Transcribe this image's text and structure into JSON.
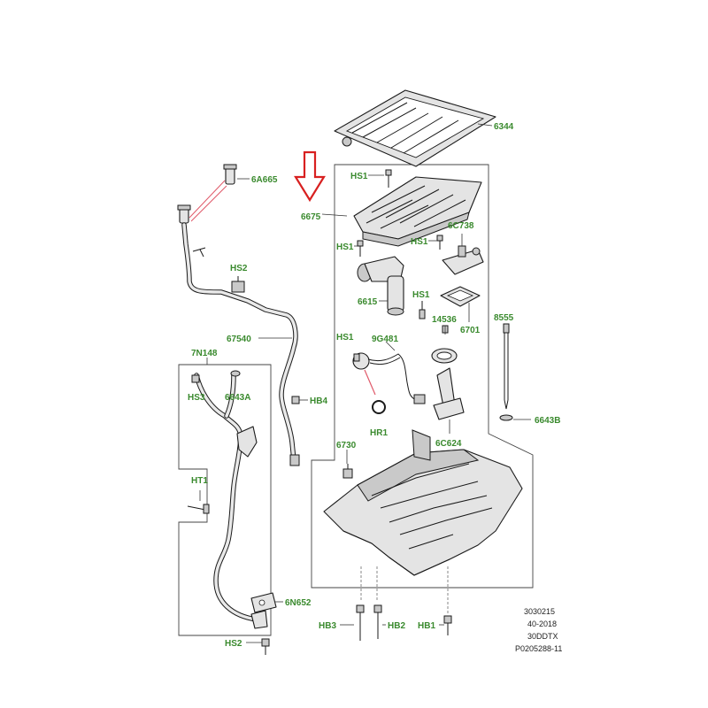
{
  "labels": {
    "p6344": "6344",
    "p6a665": "6A665",
    "p6675": "6675",
    "hs1_top": "HS1",
    "hs1_left": "HS1",
    "hs1_mid": "HS1",
    "hs1_right": "HS1",
    "hs1_sensor": "HS1",
    "p6c738": "6C738",
    "hs2_top": "HS2",
    "p6615": "6615",
    "p14536": "14536",
    "p6701": "6701",
    "p8555": "8555",
    "p67540": "67540",
    "p7n148": "7N148",
    "p9g481": "9G481",
    "hs3": "HS3",
    "p6643a": "6643A",
    "hb4": "HB4",
    "hr1": "HR1",
    "p6643b": "6643B",
    "p6c624": "6C624",
    "p6730": "6730",
    "ht1": "HT1",
    "p6n652": "6N652",
    "hb3": "HB3",
    "hb2": "HB2",
    "hb1": "HB1",
    "hs2_bottom": "HS2"
  },
  "reference": {
    "line1": "3030215",
    "line2": "40-2018",
    "line3": "30DDTX",
    "line4": "P0205288-11"
  },
  "colors": {
    "label_green": "#3a8a2e",
    "arrow_red": "#d82020",
    "leader_pink": "#e05a6a"
  }
}
